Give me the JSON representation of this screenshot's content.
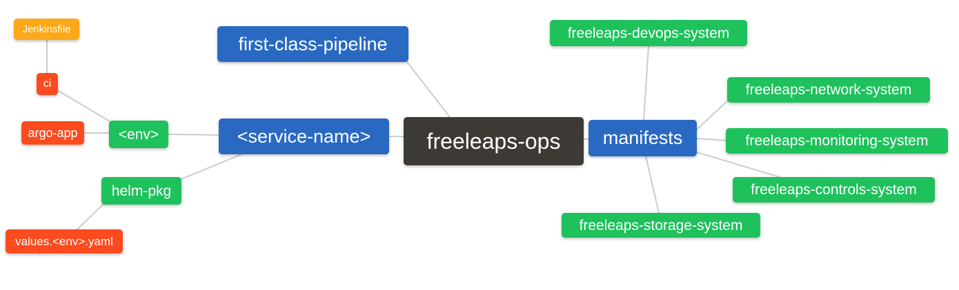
{
  "diagram": {
    "type": "mindmap",
    "root": "freeleaps-ops",
    "palette": {
      "green": "#1EC15C",
      "blue": "#2A69C2",
      "red": "#FB4B1F",
      "orange": "#FBA819",
      "dark": "#3D3935",
      "edge": "#CCCCCC",
      "text": "#FFFFFF",
      "background": "#FFFFFF"
    },
    "nodes": [
      {
        "id": "jenkinsfile",
        "label": "Jenkinsfile",
        "color": "orange"
      },
      {
        "id": "ci",
        "label": "ci",
        "color": "red"
      },
      {
        "id": "argo-app",
        "label": "argo-app",
        "color": "red"
      },
      {
        "id": "env",
        "label": "<env>",
        "color": "green"
      },
      {
        "id": "helm-pkg",
        "label": "helm-pkg",
        "color": "green"
      },
      {
        "id": "values-env-yaml",
        "label": "values.<env>.yaml",
        "color": "red"
      },
      {
        "id": "first-class-pipeline",
        "label": "first-class-pipeline",
        "color": "blue"
      },
      {
        "id": "service-name",
        "label": "<service-name>",
        "color": "blue"
      },
      {
        "id": "freeleaps-ops",
        "label": "freeleaps-ops",
        "color": "dark"
      },
      {
        "id": "manifests",
        "label": "manifests",
        "color": "blue"
      },
      {
        "id": "freeleaps-devops-system",
        "label": "freeleaps-devops-system",
        "color": "green"
      },
      {
        "id": "freeleaps-network-system",
        "label": "freeleaps-network-system",
        "color": "green"
      },
      {
        "id": "freeleaps-monitoring-system",
        "label": "freeleaps-monitoring-system",
        "color": "green"
      },
      {
        "id": "freeleaps-controls-system",
        "label": "freeleaps-controls-system",
        "color": "green"
      },
      {
        "id": "freeleaps-storage-system",
        "label": "freeleaps-storage-system",
        "color": "green"
      }
    ],
    "edges": [
      {
        "from": "jenkinsfile",
        "to": "ci"
      },
      {
        "from": "ci",
        "to": "env"
      },
      {
        "from": "argo-app",
        "to": "env"
      },
      {
        "from": "env",
        "to": "service-name"
      },
      {
        "from": "helm-pkg",
        "to": "service-name"
      },
      {
        "from": "values-env-yaml",
        "to": "helm-pkg"
      },
      {
        "from": "first-class-pipeline",
        "to": "freeleaps-ops"
      },
      {
        "from": "service-name",
        "to": "freeleaps-ops"
      },
      {
        "from": "freeleaps-ops",
        "to": "manifests"
      },
      {
        "from": "manifests",
        "to": "freeleaps-devops-system"
      },
      {
        "from": "manifests",
        "to": "freeleaps-network-system"
      },
      {
        "from": "manifests",
        "to": "freeleaps-monitoring-system"
      },
      {
        "from": "manifests",
        "to": "freeleaps-controls-system"
      },
      {
        "from": "manifests",
        "to": "freeleaps-storage-system"
      }
    ]
  }
}
